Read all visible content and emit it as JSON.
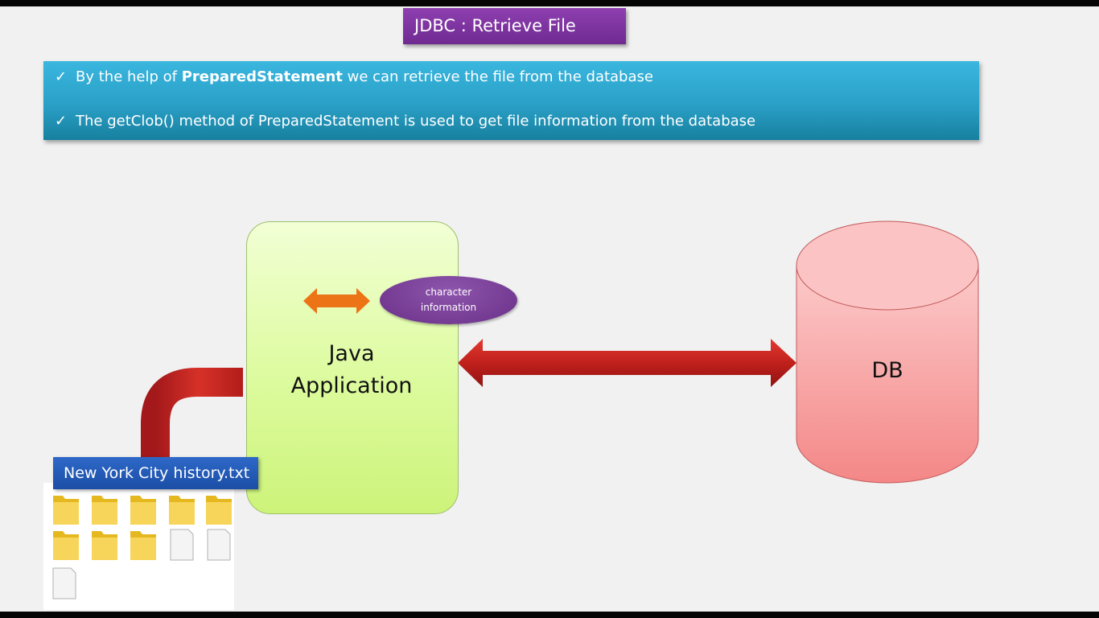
{
  "title": "JDBC : Retrieve File",
  "banner": {
    "bullets": [
      {
        "check": "✓",
        "prefix": "By the help of ",
        "bold": "PreparedStatement",
        "suffix": " we can retrieve the file from the database"
      },
      {
        "check": "✓",
        "prefix": "The getClob() method of PreparedStatement is used to get file information from the database",
        "bold": "",
        "suffix": ""
      }
    ]
  },
  "diagram": {
    "java_app": {
      "line1": "Java",
      "line2": "Application"
    },
    "char_info": {
      "line1": "character",
      "line2": "information"
    },
    "database": {
      "label": "DB"
    },
    "file": {
      "label": "New York City history.txt"
    },
    "explorer_items": [
      {
        "type": "folder-icon"
      },
      {
        "type": "folder-icon"
      },
      {
        "type": "folder-icon"
      },
      {
        "type": "folder-icon"
      },
      {
        "type": "folder-icon"
      },
      {
        "type": "folder-icon"
      },
      {
        "type": "folder-icon"
      },
      {
        "type": "folder-icon"
      },
      {
        "type": "document-icon"
      },
      {
        "type": "document-icon"
      },
      {
        "type": "document-icon"
      }
    ]
  },
  "colors": {
    "title_bg": "#7a3299",
    "banner_bg": "#2aa0c7",
    "java_box": "#dcfb9d",
    "db_cylinder": "#f7a3a3",
    "red_arrow": "#c0201c",
    "orange_arrow": "#e96f12",
    "pill": "#7a3c9c",
    "file_label_bg": "#2358b6"
  }
}
